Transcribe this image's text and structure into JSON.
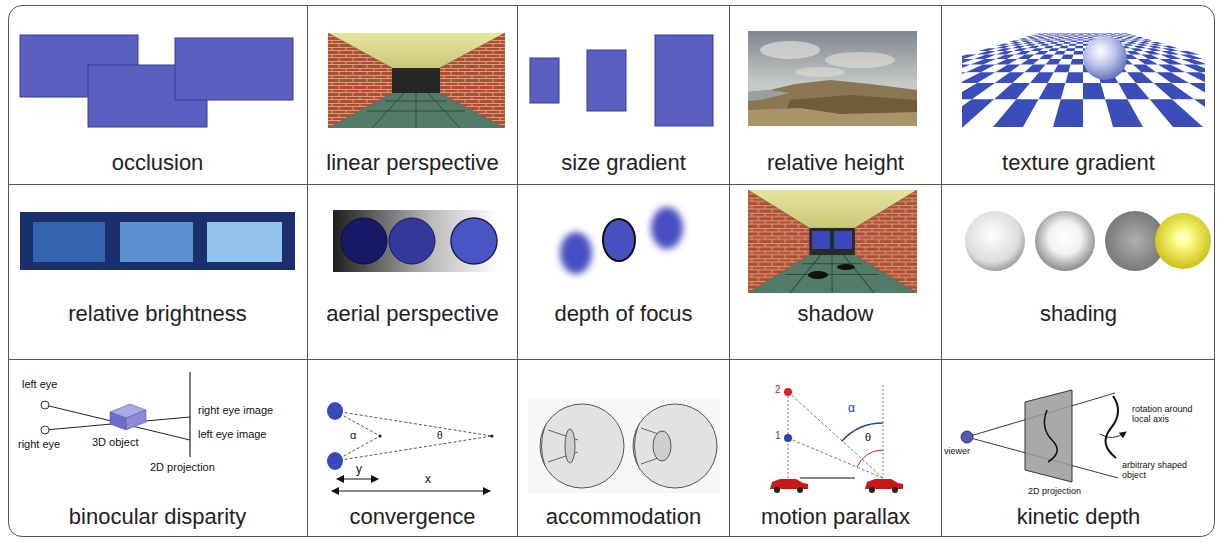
{
  "diagram": {
    "nodes": [
      {
        "text": [
          "occlusion"
        ]
      },
      {
        "text": [
          "linear perspective"
        ]
      },
      {
        "text": [
          "size gradient"
        ]
      },
      {
        "text": [
          "relative height"
        ]
      },
      {
        "text": [
          "texture gradient"
        ]
      },
      {
        "text": [
          "relative brightness"
        ]
      },
      {
        "text": [
          "aerial perspective"
        ]
      },
      {
        "text": [
          "depth of focus"
        ]
      },
      {
        "text": [
          "shadow"
        ]
      },
      {
        "text": [
          "shading"
        ]
      },
      {
        "text": [
          "binocular disparity"
        ]
      },
      {
        "text": [
          "convergence"
        ]
      },
      {
        "text": [
          "accommodation"
        ]
      },
      {
        "text": [
          "motion parallax"
        ]
      },
      {
        "text": [
          "kinetic depth"
        ]
      }
    ],
    "labels": [
      "left eye",
      "right eye",
      "3D object",
      "right eye image",
      "left eye image",
      "2D projection",
      "α",
      "θ",
      "y",
      "x",
      "2",
      "1",
      "α",
      "θ",
      "viewer",
      "2D projection",
      "rotation around local axis",
      "arbitrary shaped object"
    ]
  }
}
